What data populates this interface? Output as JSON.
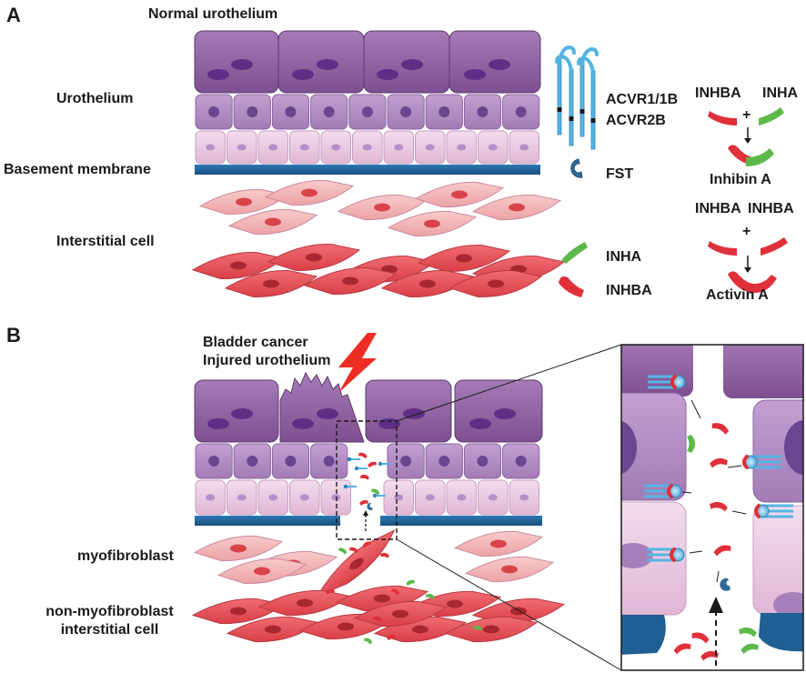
{
  "panel_a": {
    "letter": "A",
    "title": "Normal urothelium",
    "layers": [
      "Urothelium",
      "Basement membrane",
      "Interstitial cell"
    ],
    "legend": {
      "receptor_1": "ACVR1/1B",
      "receptor_2": "ACVR2B",
      "fst": "FST",
      "inha": "INHA",
      "inhba": "INHBA"
    },
    "inhibin": {
      "left": "INHBA",
      "right": "INHA",
      "plus": "+",
      "result": "Inhibin A"
    },
    "activin": {
      "left": "INHBA",
      "right": "INHBA",
      "plus": "+",
      "result": "Activin A"
    }
  },
  "panel_b": {
    "letter": "B",
    "title_line1": "Bladder cancer",
    "title_line2": "Injured urothelium",
    "label_myofibroblast": "myofibroblast",
    "label_nonmyo_line1": "non-myofibroblast",
    "label_nonmyo_line2": "interstitial cell"
  },
  "colors": {
    "umbrella_cell": "#8c5e9e",
    "intermediate_cell": "#b48ac6",
    "basal_cell": "#e7c3df",
    "basement_membrane": "#1d5f95",
    "interstitial_light": "#f2b3b3",
    "interstitial_red": "#e8545b",
    "inha_green": "#5cb94a",
    "inhba_red": "#e0303a",
    "receptor_blue": "#56b4e3",
    "fst_blue": "#2e6b9a",
    "lightning": "#ee2d24"
  }
}
